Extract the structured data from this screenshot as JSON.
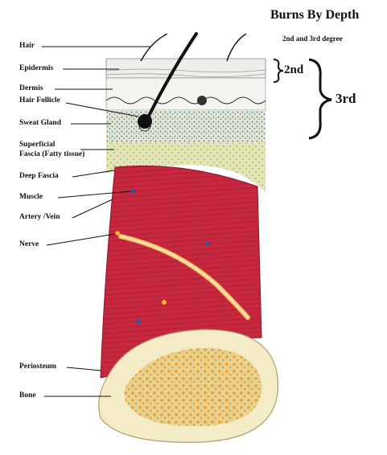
{
  "title": "Burns By Depth",
  "subtitle": "2nd and 3rd degree",
  "degrees": {
    "second": "2nd",
    "third": "3rd"
  },
  "labels": {
    "hair": "Hair",
    "epidermis": "Epidermis",
    "dermis": "Dermis",
    "hair_follicle": "Hair Follicle",
    "sweat_gland": "Sweat Gland",
    "superficial_fascia_1": "Superficial",
    "superficial_fascia_2": "Fascia (Fatty tissue)",
    "deep_fascia": "Deep Fascia",
    "muscle": "Muscle",
    "artery_vein": "Artery /Vein",
    "nerve": "Nerve",
    "periosteum": "Periosteum",
    "bone": "Bone"
  },
  "colors": {
    "muscle": "#c8283f",
    "nerve": "#f2c46a",
    "fat": "#e6e4a8",
    "bone": "#f4ecc6",
    "marrow": "#e0a93a",
    "vessel": "#2a55a8"
  }
}
